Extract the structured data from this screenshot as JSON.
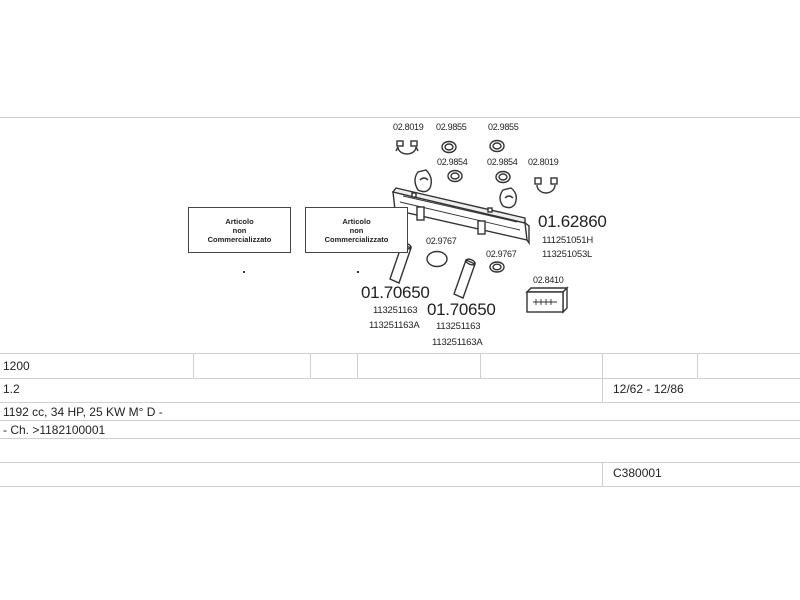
{
  "diagram": {
    "not_marketed_boxes": [
      {
        "line1": "Articolo",
        "line2": "non",
        "line3": "Commercializzato"
      },
      {
        "line1": "Articolo",
        "line2": "non",
        "line3": "Commercializzato"
      }
    ],
    "parts": {
      "clamp_top_left": "02.8019",
      "clamp_top_mid": "02.9855",
      "clamp_top_right": "02.9855",
      "ring_mid_left": "02.9854",
      "ring_mid_right": "02.9854",
      "clamp_right": "02.8019",
      "gasket_left": "02.9767",
      "gasket_right": "02.9767",
      "kit": "02.8410"
    },
    "main_muffler": {
      "code": "01.62860",
      "oem1": "111251051H",
      "oem2": "113251053L"
    },
    "pipe_left": {
      "code": "01.70650",
      "oem1": "113251163",
      "oem2": "113251163A"
    },
    "pipe_right": {
      "code": "01.70650",
      "oem1": "113251163",
      "oem2": "113251163A"
    }
  },
  "table": {
    "model": "1200",
    "engine": "1.2",
    "years": "12/62 - 12/86",
    "spec": "1192 cc, 34 HP, 25 KW M° D -",
    "chassis": "- Ch. >1182100001",
    "ref_code": "C380001"
  }
}
